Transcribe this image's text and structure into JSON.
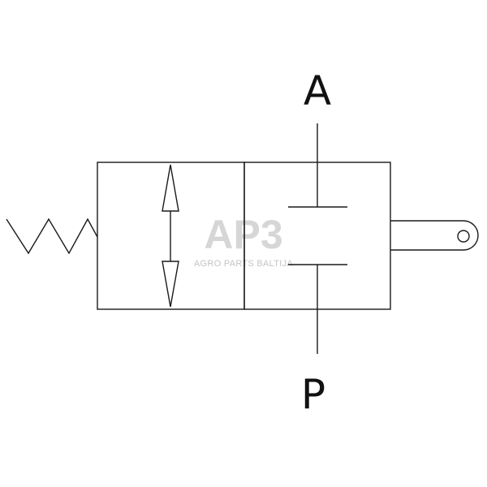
{
  "diagram": {
    "port_a_label": "A",
    "port_p_label": "P",
    "line_color": "#1a1a1a",
    "watermark": {
      "logo_text": "AP3",
      "tagline": "AGRO PARTS BALTIJA",
      "color": "#d6d6d6"
    }
  }
}
